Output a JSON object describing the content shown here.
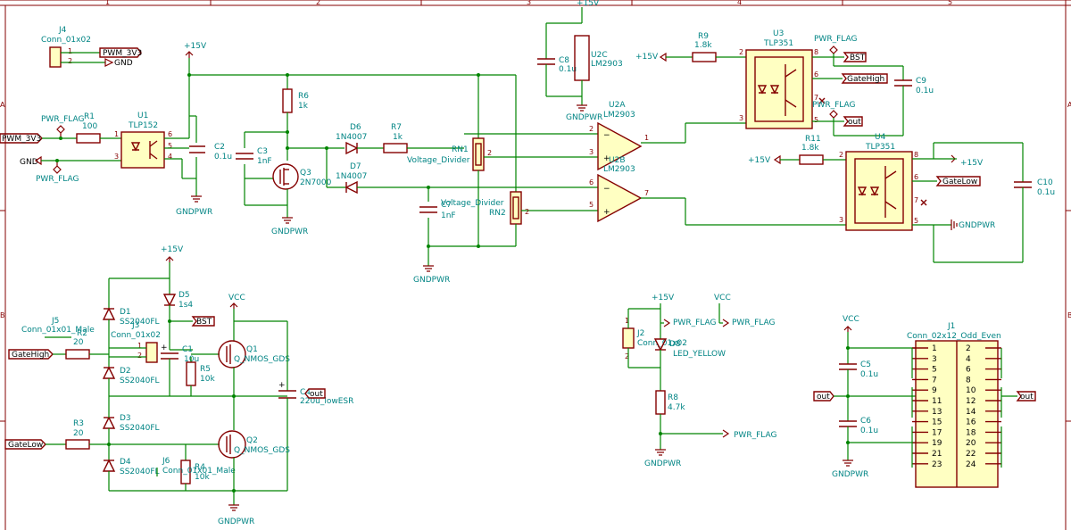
{
  "schematic": {
    "frame_columns": [
      "1",
      "2",
      "3",
      "4",
      "5"
    ],
    "frame_rows": [
      "A",
      "B",
      "C"
    ],
    "net_labels": {
      "pwm_3v3": "PWM_3V3",
      "gnd": "GND",
      "bst": "BST",
      "gate_high": "GateHigh",
      "gate_low": "GateLow",
      "out": "out"
    },
    "power": {
      "plus15v": "+15V",
      "vcc": "VCC",
      "gndpwr": "GNDPWR",
      "pwr_flag": "PWR_FLAG"
    },
    "components": {
      "J4": {
        "ref": "J4",
        "value": "Conn_01x02",
        "pin1": "1",
        "pin2": "2"
      },
      "R1": {
        "ref": "R1",
        "value": "100"
      },
      "U1": {
        "ref": "U1",
        "value": "TLP152"
      },
      "C2": {
        "ref": "C2",
        "value": "0.1u"
      },
      "C3": {
        "ref": "C3",
        "value": "1nF"
      },
      "R6": {
        "ref": "R6",
        "value": "1k"
      },
      "Q3": {
        "ref": "Q3",
        "value": "2N7000"
      },
      "D6": {
        "ref": "D6",
        "value": "1N4007"
      },
      "D7": {
        "ref": "D7",
        "value": "1N4007"
      },
      "R7": {
        "ref": "R7",
        "value": "1k"
      },
      "RN1": {
        "ref": "RN1",
        "value": "Voltage_Divider"
      },
      "RN2": {
        "ref": "RN2",
        "value": "Voltage_Divider"
      },
      "C7": {
        "ref": "C7",
        "value": "1nF"
      },
      "C8": {
        "ref": "C8",
        "value": "0.1u"
      },
      "U2A": {
        "ref": "U2A",
        "value": "LM2903"
      },
      "U2B": {
        "ref": "U2B",
        "value": "LM2903"
      },
      "U2C": {
        "ref": "U2C",
        "value": "LM2903"
      },
      "R9": {
        "ref": "R9",
        "value": "1.8k"
      },
      "R11": {
        "ref": "R11",
        "value": "1.8k"
      },
      "U3": {
        "ref": "U3",
        "value": "TLP351"
      },
      "U4": {
        "ref": "U4",
        "value": "TLP351"
      },
      "C9": {
        "ref": "C9",
        "value": "0.1u"
      },
      "C10": {
        "ref": "C10",
        "value": "0.1u"
      },
      "D1": {
        "ref": "D1",
        "value": "SS2040FL"
      },
      "D2": {
        "ref": "D2",
        "value": "SS2040FL"
      },
      "D3": {
        "ref": "D3",
        "value": "SS2040FL"
      },
      "D4": {
        "ref": "D4",
        "value": "SS2040FL"
      },
      "D5": {
        "ref": "D5",
        "value": "1s4"
      },
      "J5": {
        "ref": "J5",
        "value": "Conn_01x01_Male"
      },
      "J3": {
        "ref": "J3",
        "value": "Conn_01x02"
      },
      "J6": {
        "ref": "J6",
        "value": "Conn_01x01_Male"
      },
      "R2": {
        "ref": "R2",
        "value": "20"
      },
      "R3": {
        "ref": "R3",
        "value": "20"
      },
      "C1": {
        "ref": "C1",
        "value": "10u"
      },
      "R5": {
        "ref": "R5",
        "value": "10k"
      },
      "R4": {
        "ref": "R4",
        "value": "10k"
      },
      "Q1": {
        "ref": "Q1",
        "value": "Q_NMOS_GDS"
      },
      "Q2": {
        "ref": "Q2",
        "value": "Q_NMOS_GDS"
      },
      "C4": {
        "ref": "C4",
        "value": "220u_lowESR"
      },
      "J2": {
        "ref": "J2",
        "value": "Conn_01x02"
      },
      "D8": {
        "ref": "D8",
        "value": "LED_YELLOW"
      },
      "R8": {
        "ref": "R8",
        "value": "4.7k"
      },
      "C5": {
        "ref": "C5",
        "value": "0.1u"
      },
      "C6": {
        "ref": "C6",
        "value": "0.1u"
      },
      "J1": {
        "ref": "J1",
        "value": "Conn_02x12_Odd_Even"
      }
    },
    "j1_pins_left": [
      "1",
      "3",
      "5",
      "7",
      "9",
      "11",
      "13",
      "15",
      "17",
      "19",
      "21",
      "23"
    ],
    "j1_pins_right": [
      "2",
      "4",
      "6",
      "8",
      "10",
      "12",
      "14",
      "16",
      "18",
      "20",
      "22",
      "24"
    ],
    "colors": {
      "wire": "#008400",
      "symbol": "#840000",
      "symbol_fill": "#ffffc2",
      "text": "#008484",
      "frame": "#840000"
    }
  }
}
